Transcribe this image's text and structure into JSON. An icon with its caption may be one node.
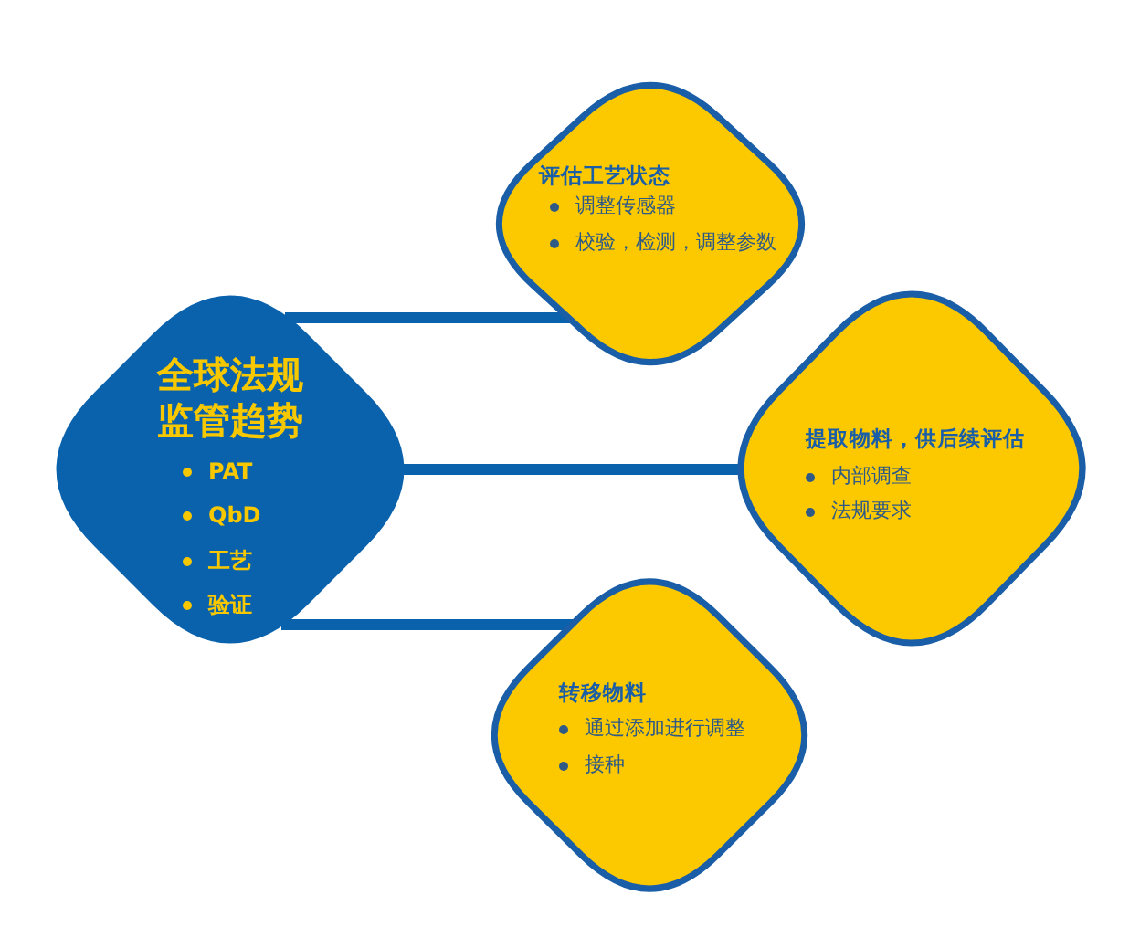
{
  "diagram": {
    "nodes": [
      {
        "text": [
          "全球法规监管趋势",
          "PAT",
          "QbD",
          "工艺",
          "验证"
        ]
      },
      {
        "text": [
          "评估工艺状态",
          "调整传感器",
          "校验，检测，调整参数"
        ]
      },
      {
        "text": [
          "提取物料，供后续评估",
          "内部调查",
          "法规要求"
        ]
      },
      {
        "text": [
          "转移物料",
          "通过添加进行调整",
          "接种"
        ]
      }
    ],
    "edges": [
      {
        "from": 0,
        "to": 1,
        "arrow": "none"
      },
      {
        "from": 0,
        "to": 2,
        "arrow": "none"
      },
      {
        "from": 0,
        "to": 3,
        "arrow": "none"
      }
    ]
  }
}
